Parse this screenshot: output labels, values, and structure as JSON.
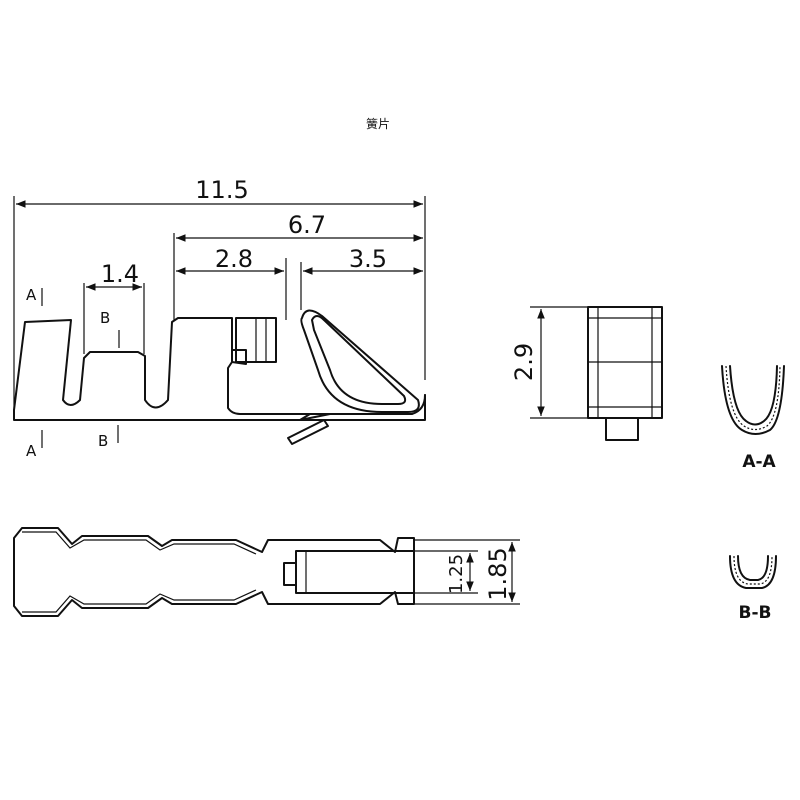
{
  "title": "簧片",
  "dimensions": {
    "overall_length": "11.5",
    "contact_length": "6.7",
    "crimp_front": "2.8",
    "spring_length": "3.5",
    "insulation_crimp": "1.4",
    "height": "2.9",
    "inner_width": "1.25",
    "outer_width": "1.85"
  },
  "section_markers": {
    "a": "A",
    "b": "B"
  },
  "sections": {
    "aa": "A-A",
    "bb": "B-B"
  }
}
